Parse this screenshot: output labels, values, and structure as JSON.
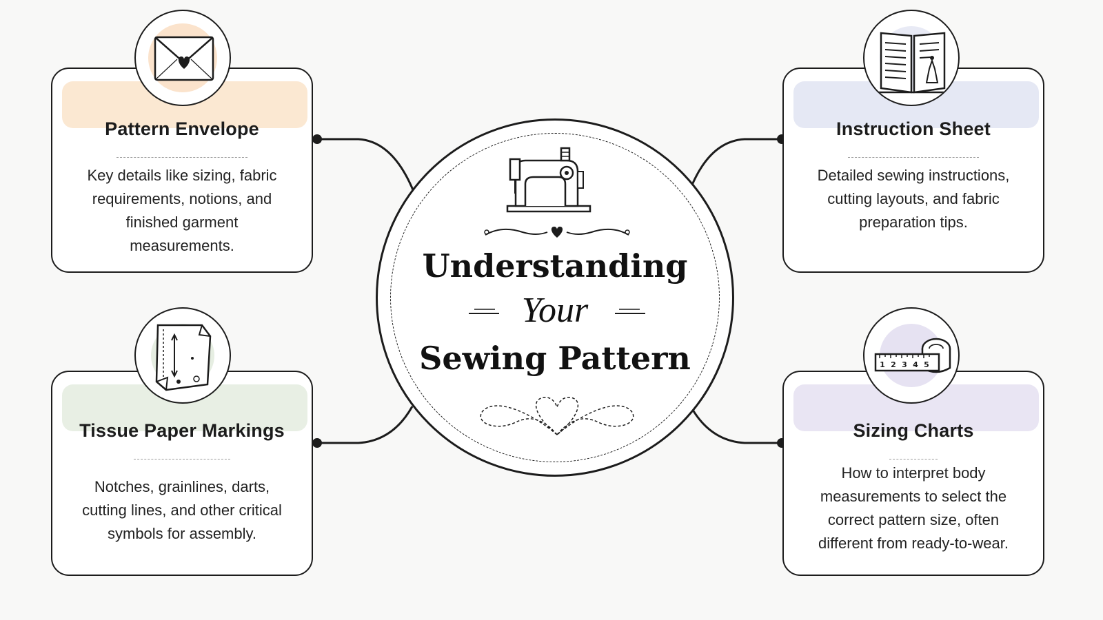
{
  "title": {
    "line1": "Understanding",
    "line2": "Your",
    "line3": "Sewing Pattern"
  },
  "cards": {
    "pattern_envelope": {
      "title": "Pattern Envelope",
      "description": "Key details like sizing, fabric requirements, notions, and finished garment measurements.",
      "accent": "#fbe8d2",
      "icon": "envelope-heart-icon"
    },
    "instruction_sheet": {
      "title": "Instruction Sheet",
      "description": "Detailed sewing instructions, cutting layouts, and fabric preparation tips.",
      "accent": "#e5e8f4",
      "icon": "open-booklet-icon"
    },
    "tissue_paper": {
      "title": "Tissue Paper Markings",
      "description": "Notches, grainlines, darts, cutting lines, and other critical symbols for assembly.",
      "accent": "#e8efe4",
      "icon": "tissue-paper-icon"
    },
    "sizing_charts": {
      "title": "Sizing Charts",
      "description": "How to interpret body measurements to select the correct pattern size, often different from ready-to-wear.",
      "accent": "#e9e5f3",
      "icon": "tape-measure-icon",
      "tape_numbers": [
        "1",
        "2",
        "3",
        "4",
        "5"
      ]
    }
  },
  "center": {
    "icon": "sewing-machine-icon"
  }
}
